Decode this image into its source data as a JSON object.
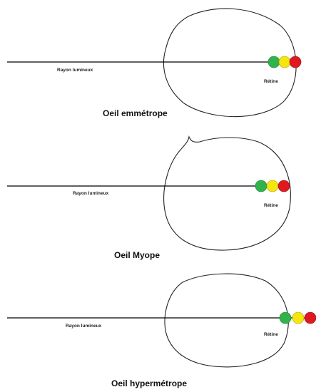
{
  "panels": [
    {
      "ray_label": "Rayon lumineux",
      "retina_label": "Rétine",
      "title": "Oeil emmétrope"
    },
    {
      "ray_label": "Rayon lumineux",
      "retina_label": "Rétine",
      "title": "Oeil Myope"
    },
    {
      "ray_label": "Rayon lumineux",
      "retina_label": "Rétine",
      "title": "Oeil hypermétrope"
    }
  ],
  "colors": {
    "green": "#2fb34a",
    "yellow": "#f5e60f",
    "red": "#e0191f"
  }
}
